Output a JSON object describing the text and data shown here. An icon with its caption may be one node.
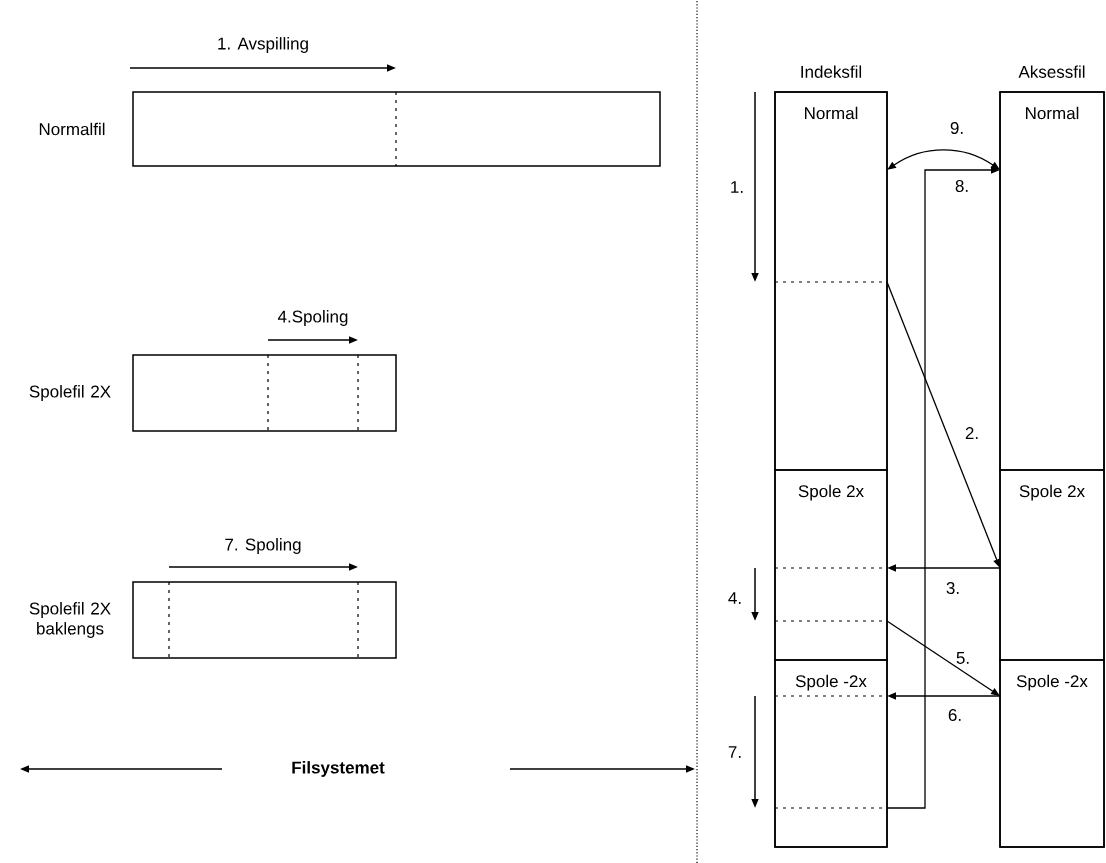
{
  "diagram": {
    "nodes": [
      {
        "text": [],
        "shape": "box",
        "beside": [
          "Normalfil"
        ]
      },
      {
        "text": [],
        "shape": "box",
        "beside": [
          "Spolefil 2X"
        ]
      },
      {
        "text": [],
        "shape": "box",
        "beside": [
          "Spolefil 2X baklengs"
        ]
      },
      {
        "text": [
          "Indeksfil"
        ]
      },
      {
        "text": [
          "Normal"
        ],
        "in": 3
      },
      {
        "text": [
          "Spole 2x"
        ],
        "in": 3
      },
      {
        "text": [
          "Spole -2x"
        ],
        "in": 3
      },
      {
        "text": [
          "Aksessfil"
        ]
      },
      {
        "text": [
          "Normal"
        ],
        "in": 7
      },
      {
        "text": [
          "Spole 2x"
        ],
        "in": 7
      },
      {
        "text": [
          "Spole -2x"
        ],
        "in": 7
      }
    ],
    "edges": [
      {
        "from": 4,
        "to": 9,
        "arrow": "to",
        "label": "2."
      },
      {
        "from": 9,
        "to": 5,
        "arrow": "to",
        "label": "3."
      },
      {
        "from": 5,
        "to": 10,
        "arrow": "to",
        "label": "5."
      },
      {
        "from": 10,
        "to": 6,
        "arrow": "to",
        "label": "6."
      },
      {
        "from": 6,
        "to": 8,
        "arrow": "to",
        "label": "8."
      },
      {
        "from": 4,
        "to": 8,
        "arrow": "both",
        "label": "9."
      }
    ],
    "labels": [
      "1. Avspilling",
      "4.Spoling",
      "7. Spoling",
      "1.",
      "4.",
      "7.",
      "Filsystemet"
    ]
  }
}
